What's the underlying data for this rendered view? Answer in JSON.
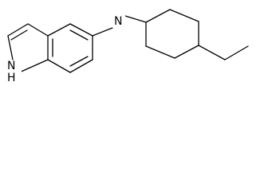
{
  "molecule": {
    "atoms": {
      "amine_nitrogen": "N",
      "indole_nitrogen": "N",
      "indole_hydrogen": "H"
    }
  }
}
